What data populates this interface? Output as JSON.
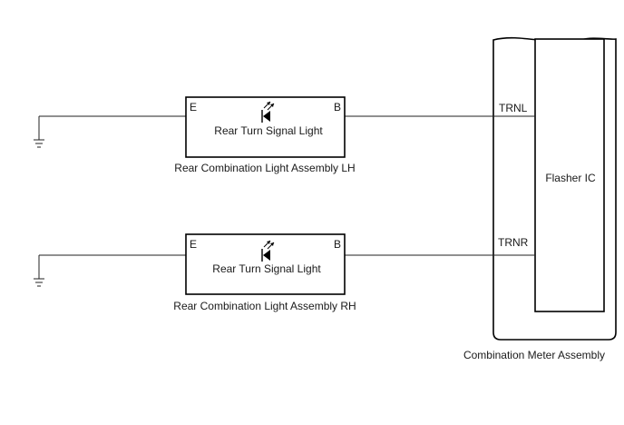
{
  "diagram": {
    "lh": {
      "pin_e": "E",
      "pin_b": "B",
      "component": "Rear Turn Signal Light",
      "assembly": "Rear Combination Light Assembly LH",
      "terminal": "TRNL"
    },
    "rh": {
      "pin_e": "E",
      "pin_b": "B",
      "component": "Rear Turn Signal Light",
      "assembly": "Rear Combination Light Assembly RH",
      "terminal": "TRNR"
    },
    "meter": {
      "ic_label": "Flasher IC",
      "assembly": "Combination Meter Assembly"
    }
  }
}
